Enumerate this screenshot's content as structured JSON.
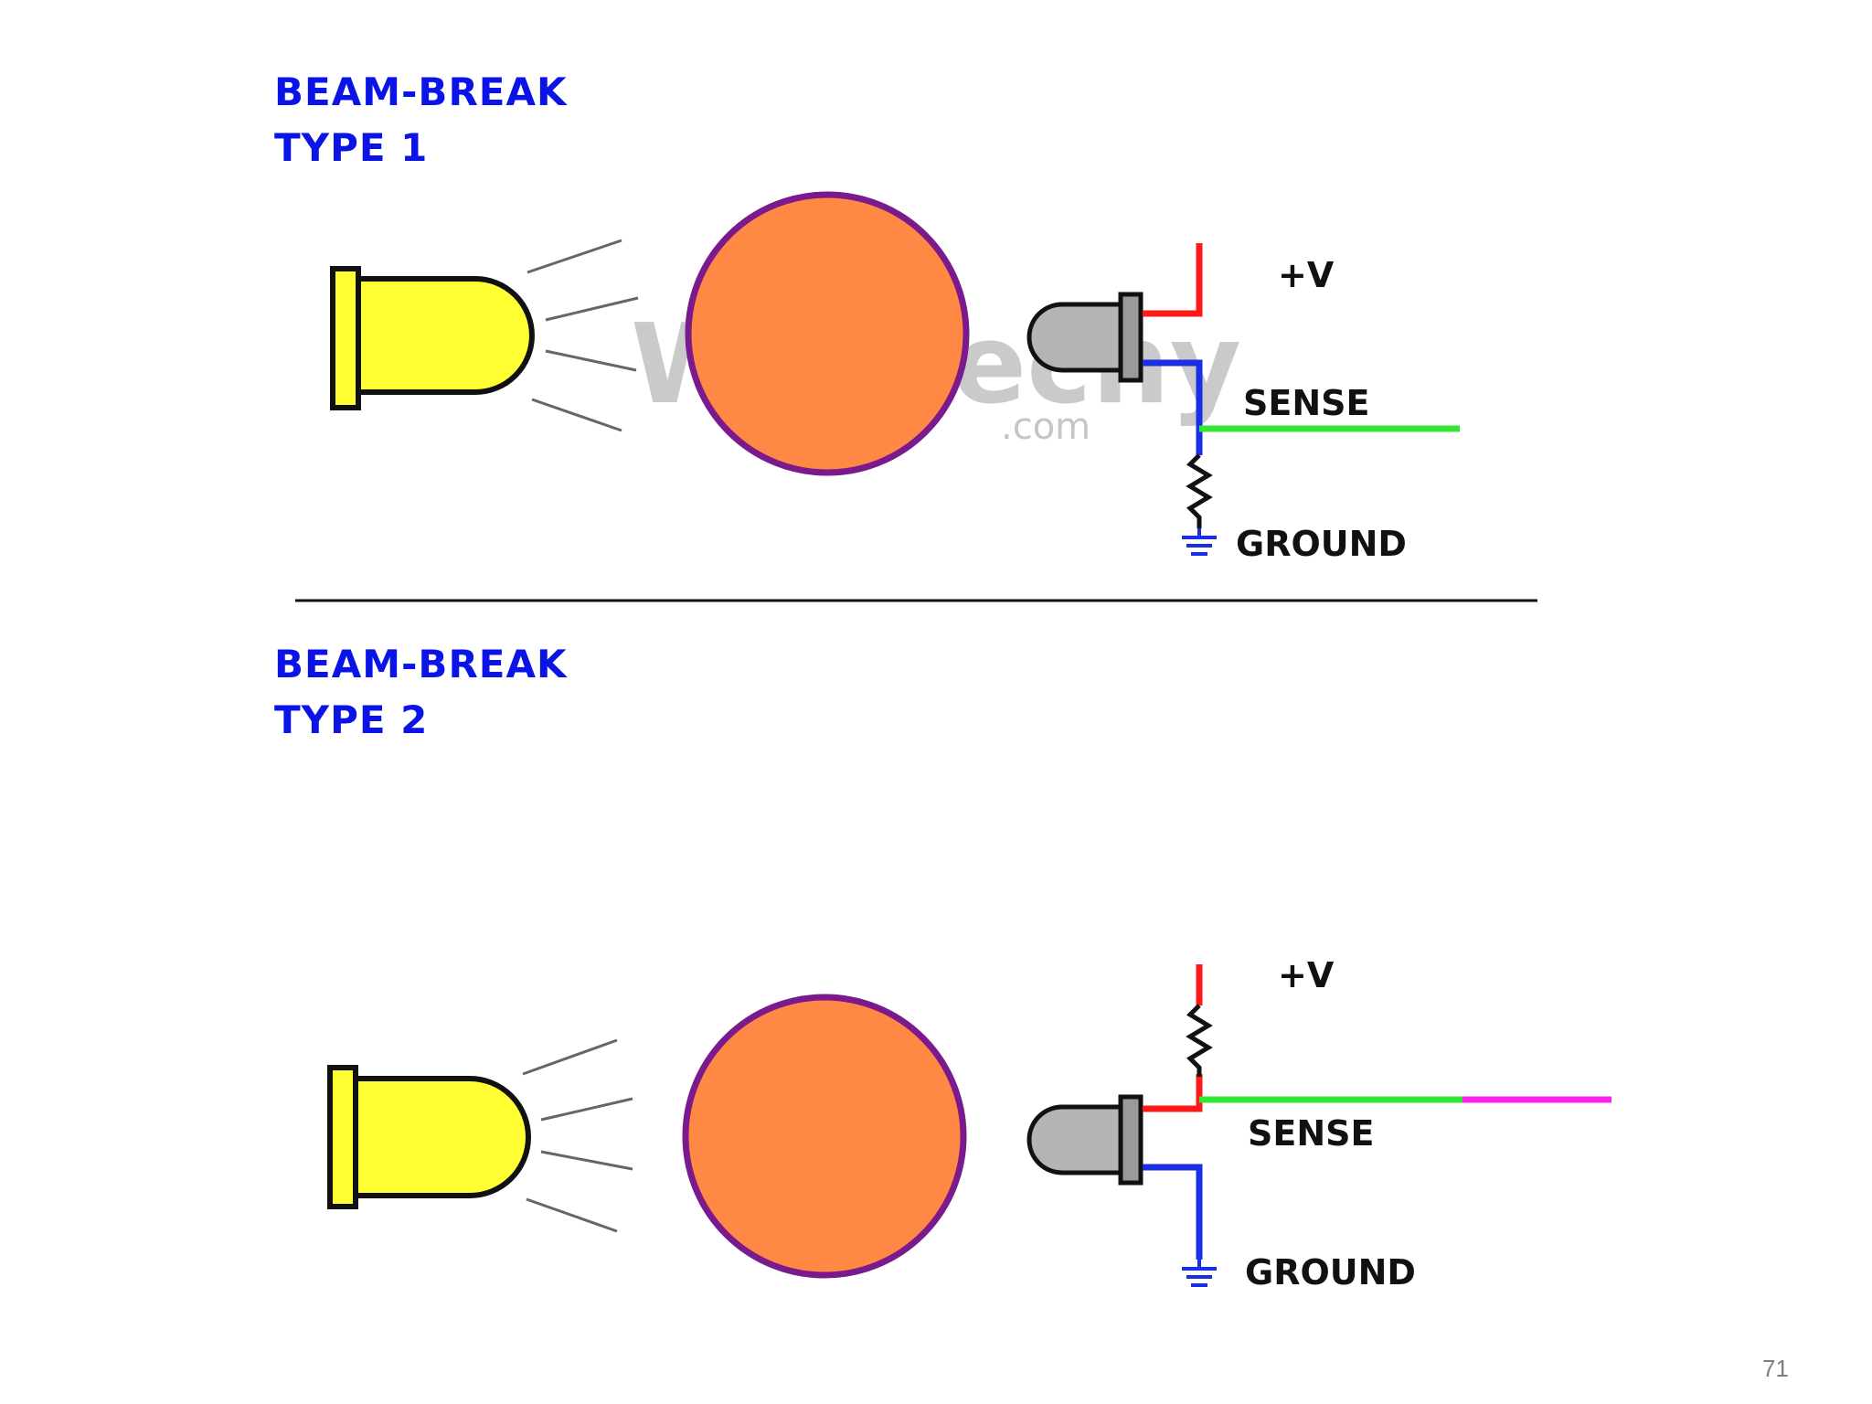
{
  "panels": [
    {
      "title_line1": "BEAM-BREAK",
      "title_line2": "TYPE 1",
      "plus_v": "+V",
      "sense": "SENSE",
      "ground": "GROUND"
    },
    {
      "title_line1": "BEAM-BREAK",
      "title_line2": "TYPE 2",
      "plus_v": "+V",
      "sense": "SENSE",
      "ground": "GROUND"
    }
  ],
  "watermark": {
    "text": "Wikitechy",
    "sub": ".com"
  },
  "page_number": "71",
  "colors": {
    "title": "#0a14e6",
    "led_body": "#ffff33",
    "object_fill": "#ff8844",
    "object_outline": "#7a1a8c",
    "sensor_body": "#b4b4b4",
    "wire_power": "#ff1a1a",
    "wire_ground": "#1a2ee6",
    "wire_sense": "#33e633",
    "wire_sense_ext": "#ff22ee",
    "beam_lines": "#666666"
  },
  "icons": [
    "led-emitter-icon",
    "photo-sensor-icon",
    "resistor-icon",
    "ground-symbol-icon"
  ]
}
